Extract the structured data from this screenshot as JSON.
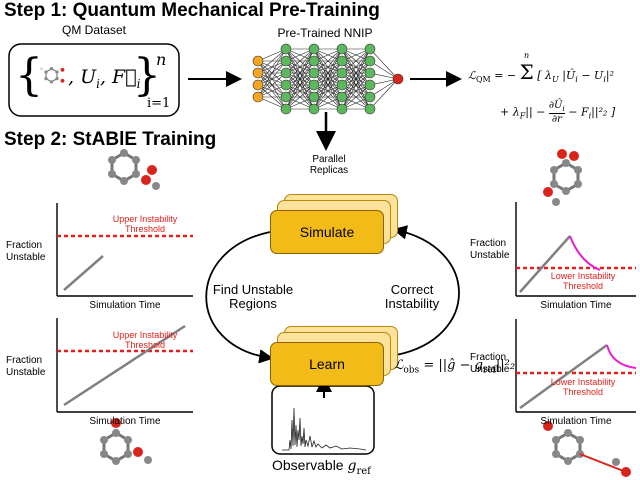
{
  "step1": {
    "title": "Step 1: Quantum Mechanical Pre-Training"
  },
  "step2": {
    "title": "Step 2: StABlE Training"
  },
  "qm_dataset": {
    "label": "QM Dataset",
    "set_terms": ", U",
    "sub_i": "i",
    "force_sub": "i",
    "superscript": "n",
    "subscript": "i=1"
  },
  "nnip": {
    "label": "Pre-Trained NNIP"
  },
  "loss_qm": {
    "lhs": "ℒ",
    "lhs_sub": "QM",
    "eq": "= −",
    "sum_top": "n",
    "term1": "[ λ",
    "term1_sub": "U",
    "term1_body": "|Û",
    "term1_tail": "− U",
    "term1_end": "|²",
    "term2": "+ λ",
    "term2_sub": "F",
    "term2_body": "|| −",
    "frac_num": "∂Û",
    "frac_den": "∂r",
    "term2_tail": "− F",
    "term2_end": "||²₂ ]",
    "i": "i"
  },
  "replicas": {
    "label": "Parallel\nReplicas"
  },
  "simulate": {
    "label": "Simulate"
  },
  "learn": {
    "label": "Learn"
  },
  "find_unstable": {
    "label": "Find Unstable\nRegions"
  },
  "correct": {
    "label": "Correct\nInstability"
  },
  "loss_obs": {
    "lhs": "ℒ",
    "lhs_sub": "obs",
    "body": "= ||ĝ − g",
    "ref_sub": "ref",
    "end": "||²₂"
  },
  "observable": {
    "label": "Observable",
    "symbol": "g",
    "sub": "ref"
  },
  "plots": {
    "ylabel": "Fraction\nUnstable",
    "xlabel": "Simulation Time",
    "upper_threshold": "Upper Instability\nThreshold",
    "lower_threshold": "Lower Instability\nThreshold"
  },
  "colors": {
    "node_orange": "#f5a623",
    "node_green": "#5cb85c",
    "node_red": "#d9241b",
    "threshold_red": "#e3201b",
    "magenta": "#e81fd0",
    "gold": "#f2bb17"
  }
}
